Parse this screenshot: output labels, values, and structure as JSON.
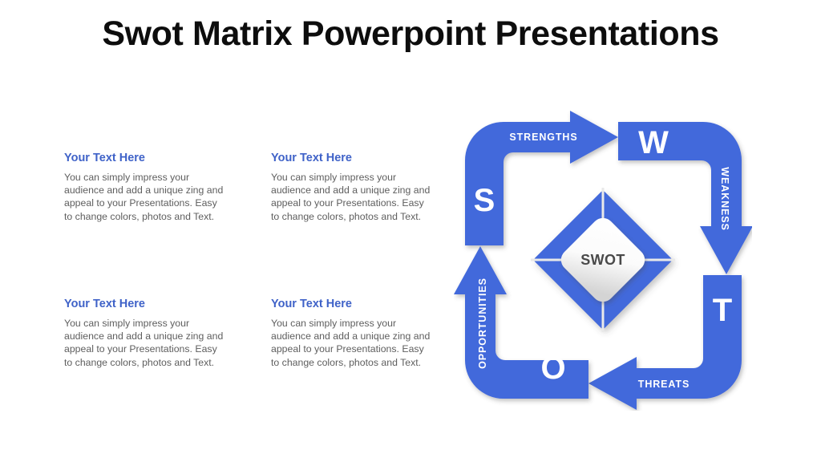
{
  "slide": {
    "title": "Swot Matrix Powerpoint Presentations",
    "background_color": "#ffffff"
  },
  "colors": {
    "arrow_blue": "#4269db",
    "heading_blue": "#3f62c8",
    "body_gray": "#5e5e5e",
    "title_black": "#0d0d0d",
    "center_text_gray": "#4a4a4a",
    "center_diamond_light": "#ffffff",
    "center_diamond_shade": "#d9d9d9"
  },
  "text_blocks": [
    {
      "heading": "Your Text Here",
      "body": "You can simply impress your audience and add a unique zing and appeal to your Presentations. Easy to change colors, photos and Text."
    },
    {
      "heading": "Your Text Here",
      "body": "You can simply impress your audience and add a unique zing and appeal to your Presentations. Easy to change colors, photos and Text."
    },
    {
      "heading": "Your Text Here",
      "body": "You can simply impress your audience and add a unique zing and appeal to your Presentations. Easy to change colors, photos and Text."
    },
    {
      "heading": "Your Text Here",
      "body": "You can simply impress your audience and add a unique zing and appeal to your Presentations. Easy to change colors, photos and Text."
    }
  ],
  "diagram": {
    "center_label": "SWOT",
    "segments": [
      {
        "letter": "S",
        "label": "STRENGTHS",
        "position": "top-left",
        "direction": "right"
      },
      {
        "letter": "W",
        "label": "WEAKNESS",
        "position": "top-right",
        "direction": "down"
      },
      {
        "letter": "T",
        "label": "THREATS",
        "position": "bottom-right",
        "direction": "left"
      },
      {
        "letter": "O",
        "label": "OPPORTUNITIES",
        "position": "bottom-left",
        "direction": "up"
      }
    ]
  }
}
